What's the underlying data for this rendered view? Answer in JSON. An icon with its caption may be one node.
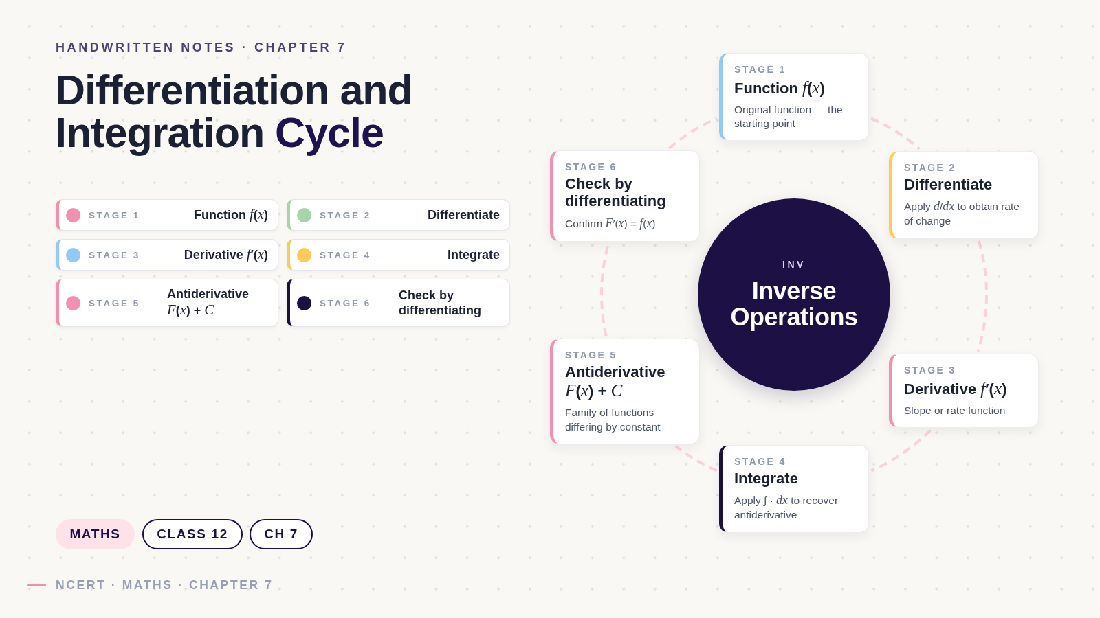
{
  "diagram": {
    "title": "Differentiation and Integration Cycle",
    "nodes": [
      {
        "text": [
          "STAGE 1",
          "Function *f*(*x*)"
        ]
      },
      {
        "text": [
          "STAGE 2",
          "Differentiate"
        ]
      },
      {
        "text": [
          "STAGE 3",
          "Derivative *f*′(*x*)"
        ]
      },
      {
        "text": [
          "STAGE 4",
          "Integrate"
        ]
      },
      {
        "text": [
          "STAGE 5",
          "Antiderivative *F*(*x*) + *C*"
        ]
      },
      {
        "text": [
          "STAGE 6",
          "Check by differentiating"
        ]
      },
      {
        "text": [
          "STAGE 1",
          "Function *f*(*x*)",
          "Original function — the starting point"
        ]
      },
      {
        "text": [
          "STAGE 2",
          "Differentiate",
          "Apply *d*/*dx* to obtain rate of change"
        ]
      },
      {
        "text": [
          "STAGE 3",
          "Derivative *f*′(*x*)",
          "Slope or rate function"
        ]
      },
      {
        "text": [
          "STAGE 4",
          "Integrate",
          "Apply ∫ · *dx* to recover antiderivative"
        ]
      },
      {
        "text": [
          "STAGE 5",
          "Antiderivative *F*(*x*) + *C*",
          "Family of functions differing by constant"
        ]
      },
      {
        "text": [
          "STAGE 6",
          "Check by differentiating",
          "Confirm *F*′(*x*) = *f*(*x*)"
        ]
      },
      {
        "text": [
          "INV",
          "Inverse Operations"
        ]
      }
    ],
    "edges": [
      {
        "from": 6,
        "to": 7,
        "arrow": "none",
        "style": "dashed"
      },
      {
        "from": 7,
        "to": 8,
        "arrow": "none",
        "style": "dashed"
      },
      {
        "from": 8,
        "to": 9,
        "arrow": "none",
        "style": "dashed"
      },
      {
        "from": 9,
        "to": 10,
        "arrow": "none",
        "style": "dashed"
      },
      {
        "from": 10,
        "to": 11,
        "arrow": "none",
        "style": "dashed"
      },
      {
        "from": 11,
        "to": 6,
        "arrow": "none",
        "style": "dashed"
      }
    ],
    "labels": [
      "HANDWRITTEN NOTES · CHAPTER 7",
      "MATHS",
      "CLASS 12",
      "CH 7",
      "NCERT · MATHS · CHAPTER 7"
    ]
  }
}
